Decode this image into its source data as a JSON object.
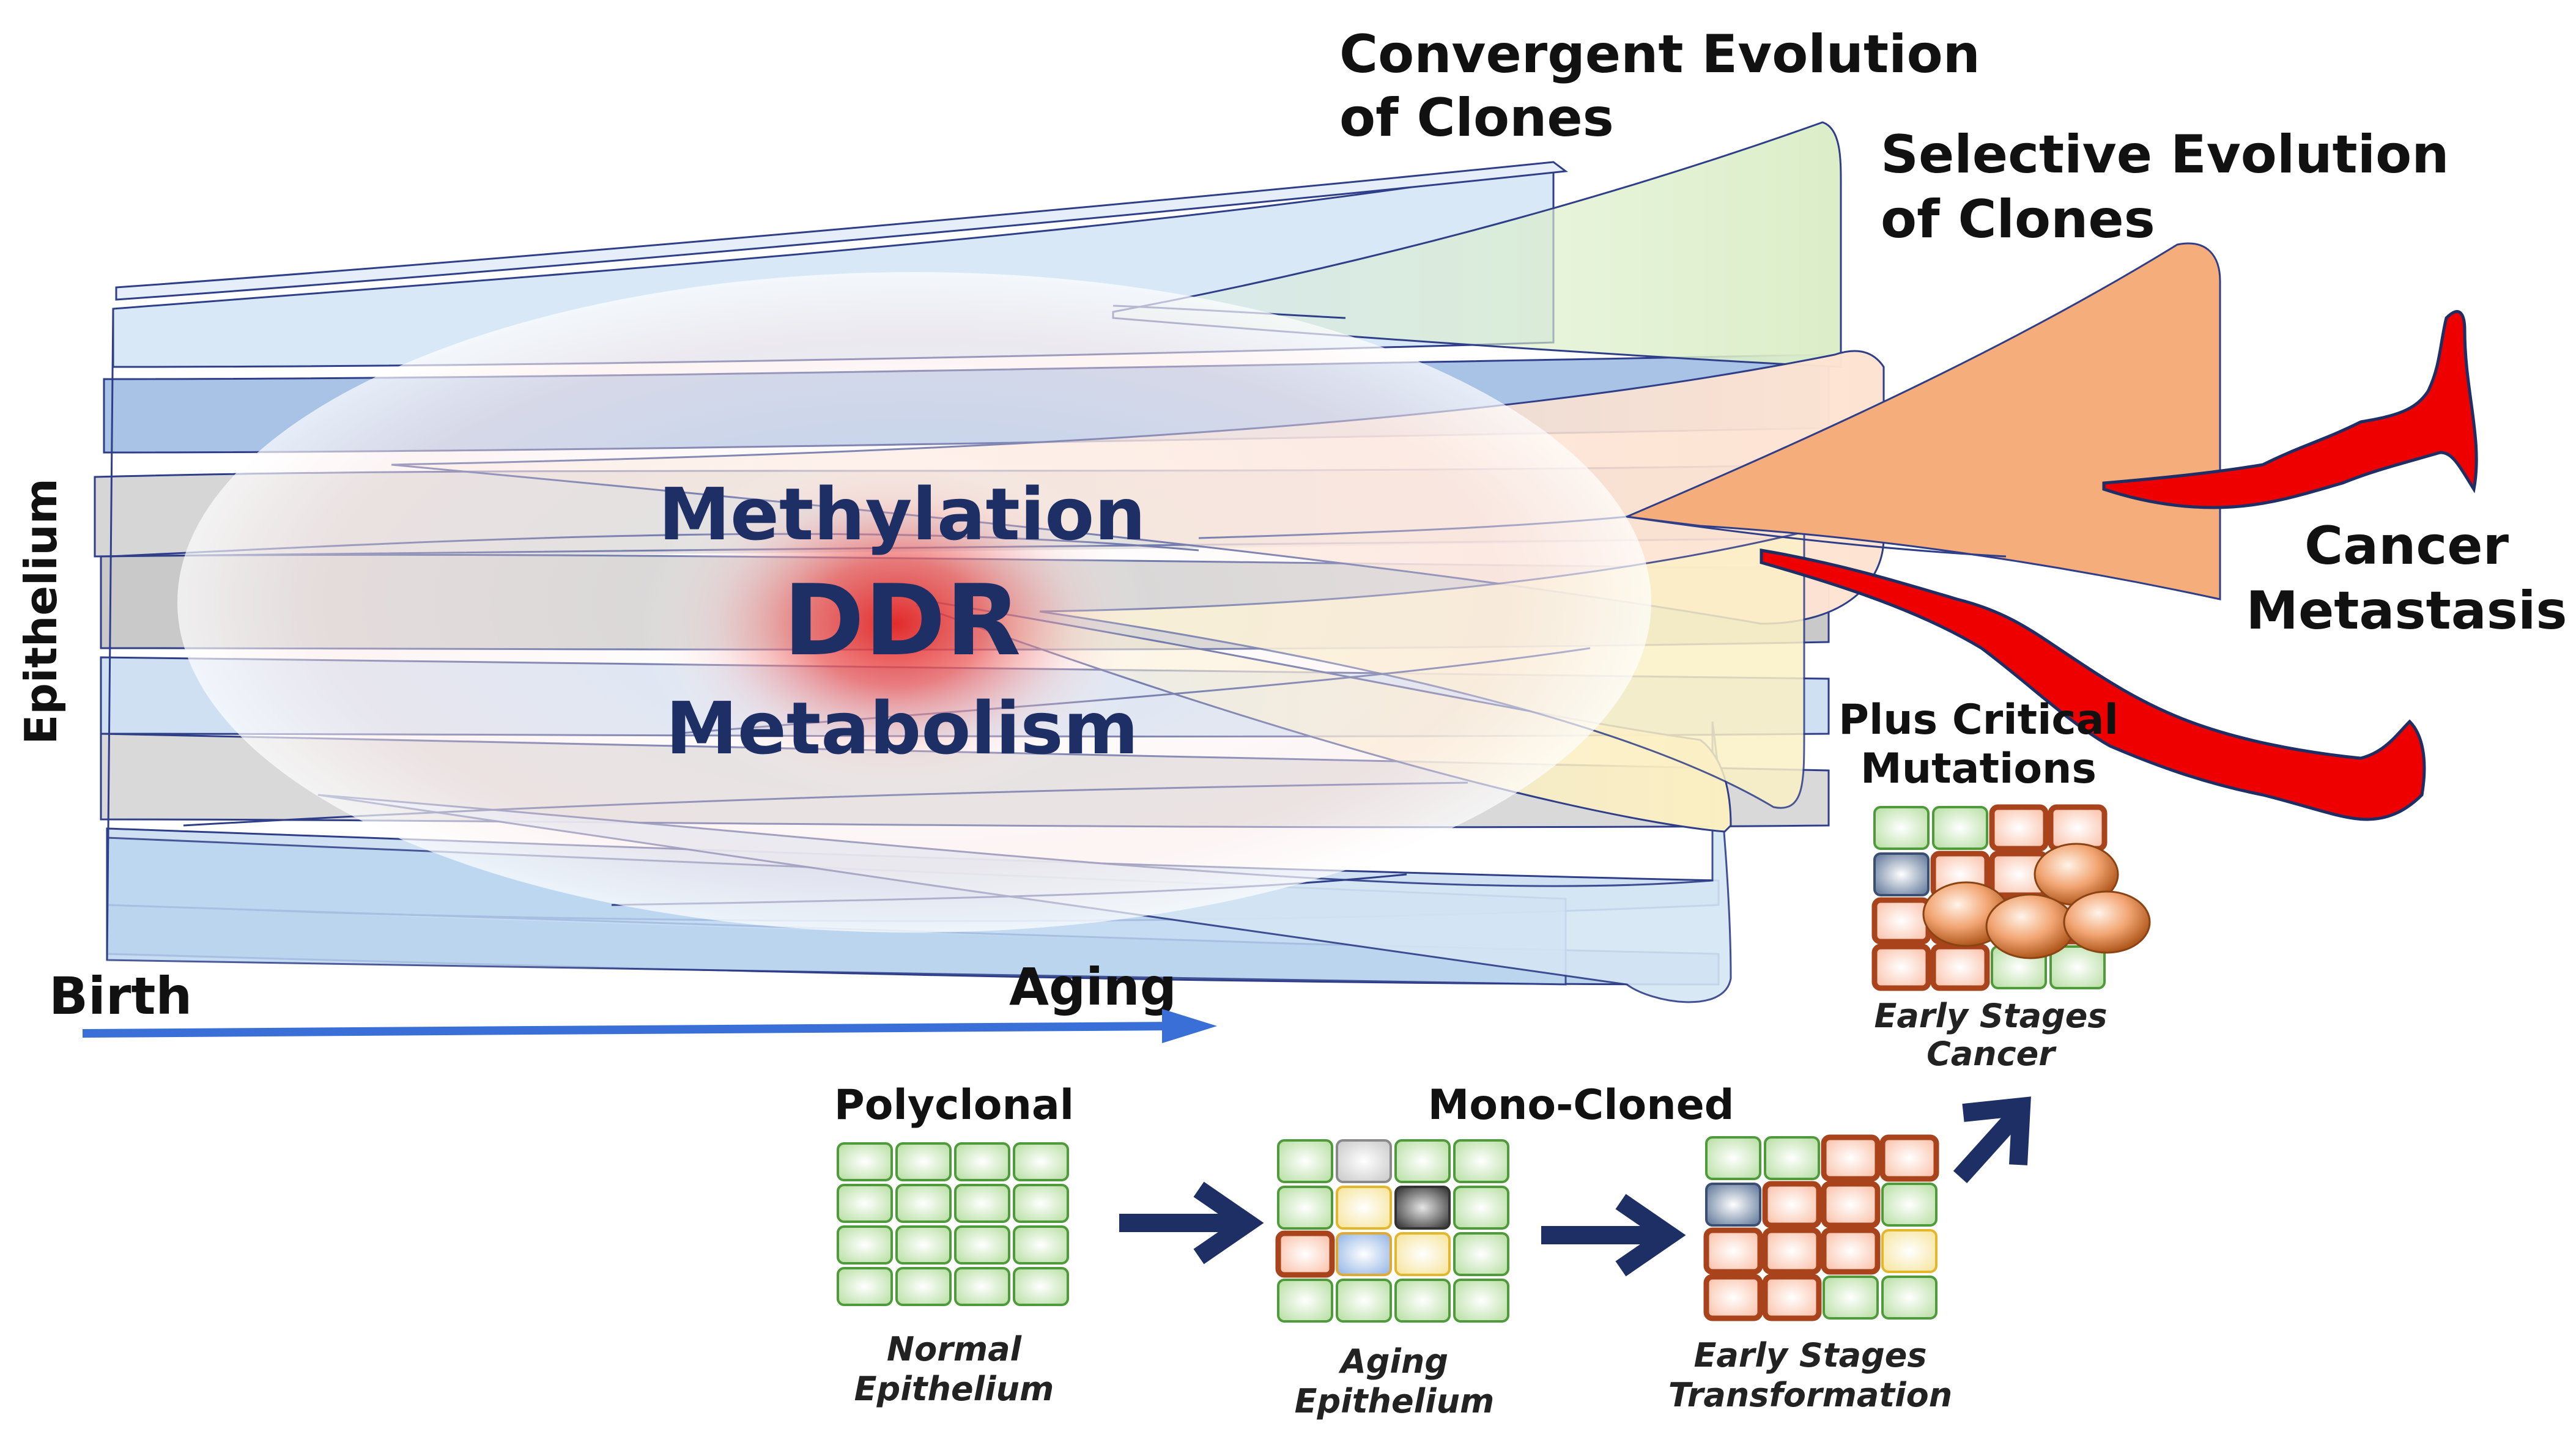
{
  "labels": {
    "convergent_l1": "Convergent Evolution",
    "convergent_l2": "of Clones",
    "selective_l1": "Selective Evolution",
    "selective_l2": "of Clones",
    "metastasis_l1": "Cancer",
    "metastasis_l2": "Metastasis",
    "epithelium": "Epithelium",
    "birth": "Birth",
    "aging": "Aging"
  },
  "core": {
    "line1": "Methylation",
    "line2": "DDR",
    "line3": "Metabolism"
  },
  "stages": {
    "polyclonal": "Polyclonal",
    "mono_cloned": "Mono-Cloned",
    "plus_l1": "Plus Critical",
    "plus_l2": "Mutations",
    "normal_l1": "Normal",
    "normal_l2": "Epithelium",
    "aging_l1": "Aging",
    "aging_l2": "Epithelium",
    "transform_l1": "Early Stages",
    "transform_l2": "Transformation",
    "cancer_l1": "Early Stages",
    "cancer_l2": "Cancer"
  },
  "colors": {
    "arrow_blue": "#3a6fd8",
    "navy": "#1e2f66",
    "metastasis_red": "#ee0000",
    "green_clone": "#dbeec8",
    "orange_clone": "#f6ad7c",
    "yellow_clone": "#fbefc2",
    "blue_lane": "#cfe0f3",
    "grey_lane": "#dcdcdc",
    "hotspot": "#e83a3a"
  }
}
